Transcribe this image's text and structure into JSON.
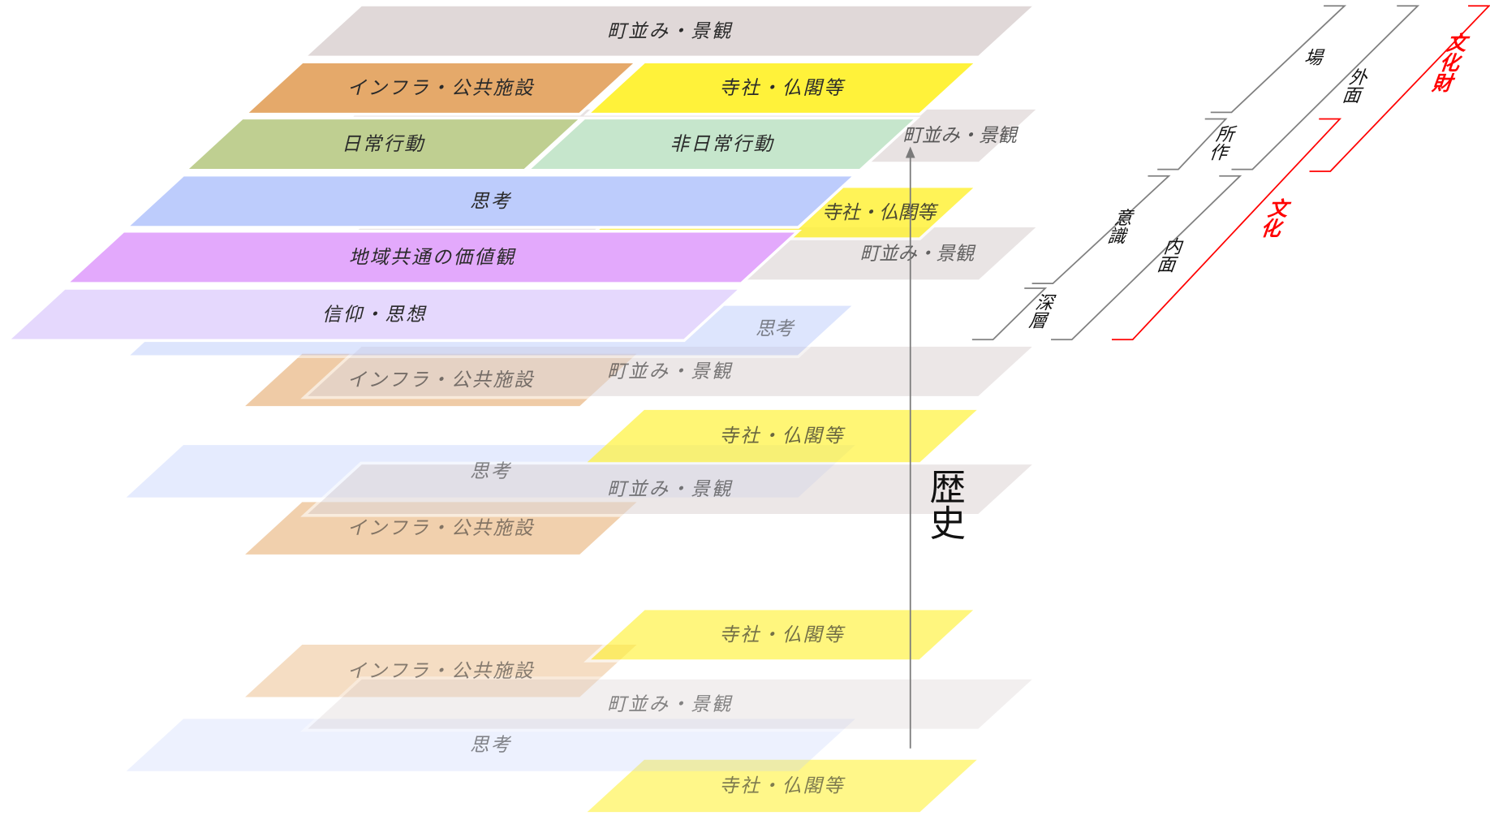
{
  "layers": {
    "machinami": {
      "label": "町並み・景観",
      "color": "#e0d8d8"
    },
    "infra": {
      "label": "インフラ・公共施設",
      "color": "#e5a96a"
    },
    "jisha": {
      "label": "寺社・仏閣等",
      "color": "#fff23a"
    },
    "nichijo": {
      "label": "日常行動",
      "color": "#bfcf91"
    },
    "hinichijo": {
      "label": "非日常行動",
      "color": "#c6e6cc"
    },
    "shikou": {
      "label": "思考",
      "color": "#bdccfc"
    },
    "kachikan": {
      "label": "地域共通の価値観",
      "color": "#e3a9fc"
    },
    "shinko": {
      "label": "信仰・思想",
      "color": "#e5d8fd"
    }
  },
  "history_axis": {
    "label": "歴史"
  },
  "brackets": {
    "ba": "場",
    "shosa": "所作",
    "ishiki": "意識",
    "shinso": "深層",
    "gaimen": "外面",
    "naimen": "内面",
    "bunkazai": "文化財",
    "bunka": "文化"
  },
  "colors": {
    "bracket_gray": "#808080",
    "bracket_red": "#ff0000"
  }
}
